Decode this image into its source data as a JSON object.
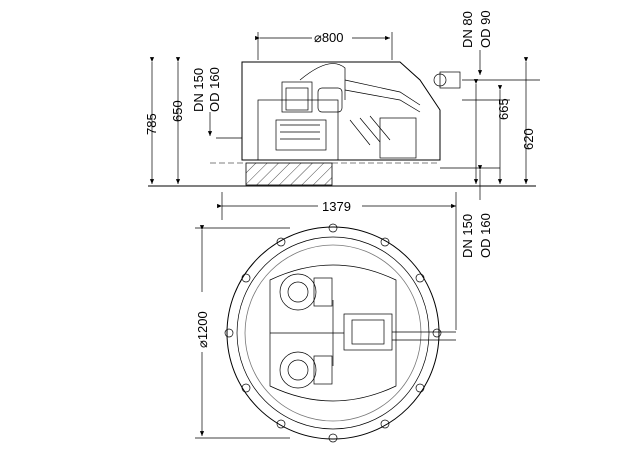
{
  "labels": {
    "top_diameter": "⌀800",
    "inlet_top_dn": "DN 80",
    "inlet_top_od": "OD 90",
    "left_dn": "DN 150",
    "left_od": "OD 160",
    "h_785": "785",
    "h_650": "650",
    "h_665": "665",
    "h_620": "620",
    "width_1379": "1379",
    "right_dn": "DN 150",
    "right_od": "OD 160",
    "diameter_1200": "⌀1200"
  }
}
